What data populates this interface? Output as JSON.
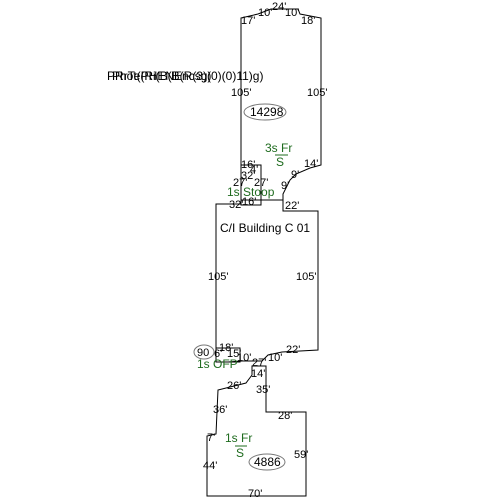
{
  "overlapping_labels": [
    "PRrTe(Ri(B(B(R(3)(0)(0)11)g)",
    "Phot(PHENEncsg)"
  ],
  "upper_section": {
    "top_dims": [
      "17'",
      "10'",
      "24'",
      "10'",
      "18'"
    ],
    "side_left": "105'",
    "side_right": "105'",
    "id_label": "14298",
    "floor_label": "3s Fr",
    "floor_code": "S",
    "dim_14": "14'",
    "dim_9a": "9'",
    "dim_9b": "9'",
    "dim_22": "22'"
  },
  "stoop": {
    "dims_stack": [
      "16'",
      "4'",
      "32'",
      "27'",
      "27'"
    ],
    "bottom": "32'",
    "sixteen": "16'",
    "label": "1s Stoop"
  },
  "middle_section": {
    "title": "C/I Building C 01",
    "side_left": "105'",
    "side_right": "105'",
    "bottom_right": "22'",
    "bottom_left_marks": [
      "18'",
      "6'",
      "15'"
    ],
    "oval_num": "90",
    "dims_10": "10'",
    "dims_27": "27'",
    "dims_10b": "10'",
    "ofp_label": "1s OFP",
    "dim_14": "14'"
  },
  "lower_section": {
    "dim_26": "26'",
    "dim_35": "35'",
    "dim_36": "36'",
    "dim_28": "28'",
    "dim_7": "7'",
    "floor_label": "1s Fr",
    "floor_code": "S",
    "dim_59": "59'",
    "dim_44": "44'",
    "id_label": "4886",
    "bottom": "70'"
  }
}
